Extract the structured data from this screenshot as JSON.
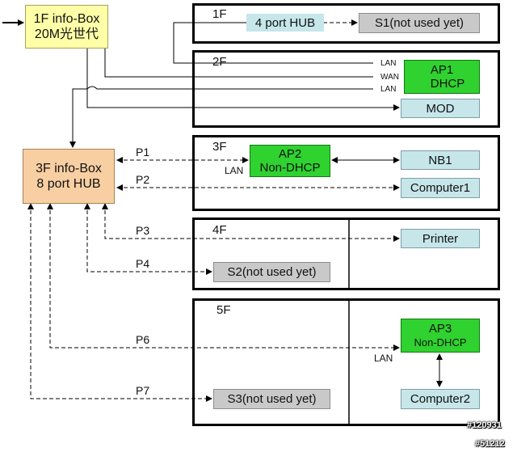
{
  "floors": {
    "f1": "1F",
    "f2": "2F",
    "f3": "3F",
    "f4": "4F",
    "f5": "5F"
  },
  "nodes": {
    "infobox1_line1": "1F info-Box",
    "infobox1_line2": "20M光世代",
    "infobox3_line1": "3F info-Box",
    "infobox3_line2": "8 port HUB",
    "hub4": "4 port HUB",
    "s1": "S1(not used yet)",
    "ap1_line1": "AP1",
    "ap1_line2": "DHCP",
    "mod": "MOD",
    "ap2_line1": "AP2",
    "ap2_line2": "Non-DHCP",
    "nb1": "NB1",
    "computer1": "Computer1",
    "printer": "Printer",
    "s2": "S2(not used yet)",
    "ap3_line1": "AP3",
    "ap3_line2": "Non-DHCP",
    "computer2": "Computer2",
    "s3": "S3(not used yet)"
  },
  "port_labels": {
    "lan_top": "LAN",
    "wan": "WAN",
    "lan_bottom": "LAN",
    "lan_ap2": "LAN",
    "lan_ap3": "LAN"
  },
  "links": {
    "p1": "P1",
    "p2": "P2",
    "p3": "P3",
    "p4": "P4",
    "p6": "P6",
    "p7": "P7"
  },
  "watermarks": {
    "w1": "#120931",
    "w2": "#51212"
  },
  "colors": {
    "access_point": "#2fd22f",
    "device": "#c6e6ea",
    "unused": "#c9c9c9",
    "hub_3f": "#f8cfa3",
    "infobox_1f": "#ffffa8"
  }
}
